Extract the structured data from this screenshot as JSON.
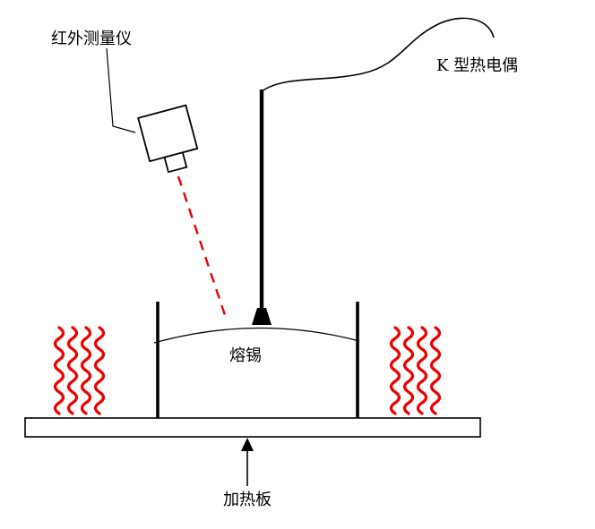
{
  "diagram": {
    "labels": {
      "infrared_meter": "红外测量仪",
      "thermocouple": "K 型热电偶",
      "molten_tin": "熔锡",
      "heating_plate": "加热板"
    },
    "colors": {
      "heat_red": "#ee0000",
      "line_black": "#000000",
      "background": "#ffffff"
    }
  }
}
